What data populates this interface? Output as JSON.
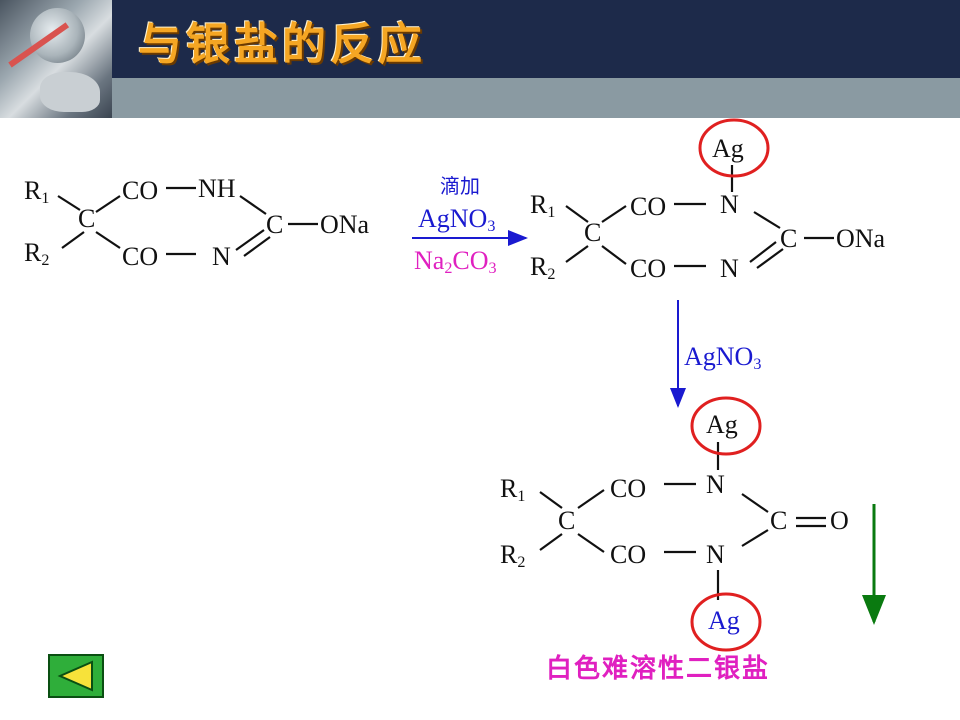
{
  "header": {
    "title": "与银盐的反应"
  },
  "structure1": {
    "r1": "R",
    "r1_sub": "1",
    "r2": "R",
    "r2_sub": "2",
    "c_center": "C",
    "co_top": "CO",
    "co_bottom": "CO",
    "nh": "NH",
    "n_bottom": "N",
    "c_right": "C",
    "ona": "ONa"
  },
  "condition": {
    "add": "滴加",
    "reagent1": "AgNO",
    "reagent1_sub": "3",
    "reagent2_a": "Na",
    "reagent2_sub1": "2",
    "reagent2_b": "CO",
    "reagent2_sub2": "3"
  },
  "structure2": {
    "ag": "Ag",
    "r1": "R",
    "r1_sub": "1",
    "r2": "R",
    "r2_sub": "2",
    "c_center": "C",
    "co_top": "CO",
    "co_bottom": "CO",
    "n_top": "N",
    "n_bottom": "N",
    "c_right": "C",
    "ona": "ONa"
  },
  "step2": {
    "reagent": "AgNO",
    "reagent_sub": "3"
  },
  "structure3": {
    "ag_top": "Ag",
    "ag_bottom": "Ag",
    "r1": "R",
    "r1_sub": "1",
    "r2": "R",
    "r2_sub": "2",
    "c_center": "C",
    "co_top": "CO",
    "co_bottom": "CO",
    "n_top": "N",
    "n_bottom": "N",
    "c_right": "C",
    "o": "O"
  },
  "result": {
    "label": "白色难溶性二银盐"
  },
  "colors": {
    "title": "#f5a623",
    "header_dark": "#1d2a4a",
    "header_gray": "#8a9aa2",
    "circle": "#e02020",
    "arrow_blue": "#1a1ad0",
    "arrow_green": "#0a7a10",
    "nav_green": "#2fae3a",
    "result_text": "#e020c0"
  },
  "icons": {
    "nav": "back-triangle-icon"
  }
}
